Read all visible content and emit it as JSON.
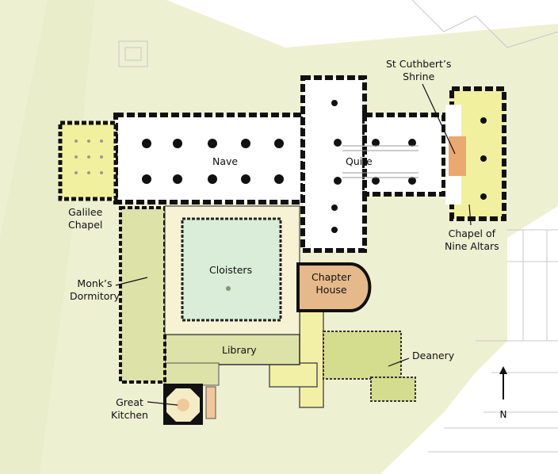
{
  "map": {
    "labels": {
      "nave": "Nave",
      "quire": "Quire",
      "st_cuthberts_shrine": [
        "St Cuthbert’s",
        "Shrine"
      ],
      "galilee_chapel": [
        "Galilee",
        "Chapel"
      ],
      "chapel_of_nine_altars": [
        "Chapel of",
        "Nine Altars"
      ],
      "cloisters": "Cloisters",
      "chapter_house": [
        "Chapter",
        "House"
      ],
      "monks_dormitory": [
        "Monk’s",
        "Dormitory"
      ],
      "library": "Library",
      "deanery": "Deanery",
      "great_kitchen": [
        "Great",
        "Kitchen"
      ]
    },
    "compass": {
      "letter": "N"
    },
    "colors": {
      "background": "#ffffff",
      "grass": "#eef0d2",
      "wall": "#111111",
      "cathedral_floor": "#ffffff",
      "cloister_lawn": "#d9edd9",
      "shrine": "#e9a971",
      "chapter_house": "#e6b98b",
      "galilee": "#f1f09e",
      "nine_altars": "#f1f09e",
      "dormitory": "#dde2a8",
      "deanery": "#d4dc8e",
      "yellow_area": "#f2f0a6"
    }
  }
}
